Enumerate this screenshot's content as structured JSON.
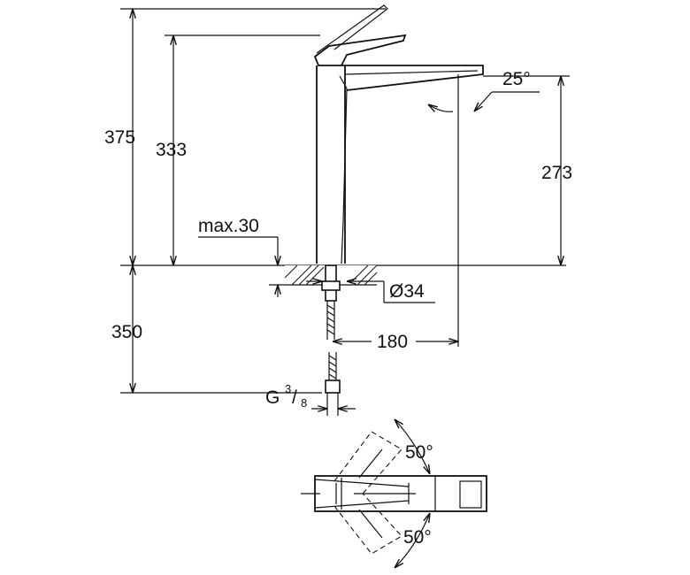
{
  "dimensions": {
    "total_height": "375",
    "spout_top_height": "333",
    "spout_outlet_height": "273",
    "spout_angle": "25°",
    "max_deck_thickness": "max.30",
    "hole_diameter": "Ø34",
    "spout_reach": "180",
    "hose_length": "350",
    "connection_thread_prefix": "G",
    "connection_thread_numerator": "3",
    "connection_thread_denominator": "8",
    "lever_angle_top": "50°",
    "lever_angle_bottom": "50°"
  }
}
